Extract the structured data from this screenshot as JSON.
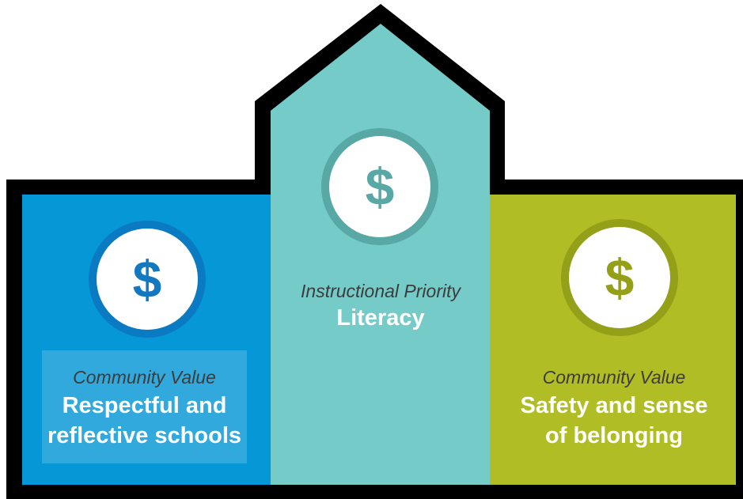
{
  "panels": {
    "left": {
      "caption": "Community Value",
      "title_line1": "Respectful and",
      "title_line2": "reflective schools",
      "icon": "dollar-icon",
      "fill_color": "#0597d6",
      "ring_color": "#0a7ac2",
      "glyph_color": "#1478c0"
    },
    "center": {
      "caption": "Instructional Priority",
      "title": "Literacy",
      "icon": "dollar-icon",
      "fill_color": "#75cbc8",
      "ring_color": "#58a9a5",
      "glyph_color": "#58a9a5"
    },
    "right": {
      "caption": "Community Value",
      "title_line1": "Safety and sense",
      "title_line2": "of belonging",
      "icon": "dollar-icon",
      "fill_color": "#b1bd24",
      "ring_color": "#94a018",
      "glyph_color": "#94a018"
    }
  },
  "icon_glyph": "$",
  "outline_color": "#000000"
}
